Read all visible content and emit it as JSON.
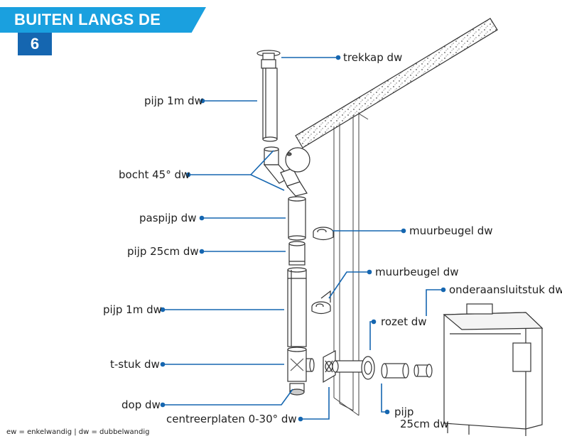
{
  "header": {
    "title": "BUITEN LANGS DE GEVEL",
    "step": "6"
  },
  "labels": {
    "trekkap": "trekkap dw",
    "pijp_top": "pijp 1m dw",
    "bocht": "bocht 45°  dw",
    "paspijp": "paspijp dw",
    "pijp25_left": "pijp 25cm dw",
    "pijp_mid": "pijp 1m dw",
    "tstuk": "t-stuk dw",
    "dop": "dop dw",
    "centreer": "centreerplaten 0-30°  dw",
    "muurbeugel_1": "muurbeugel dw",
    "muurbeugel_2": "muurbeugel dw",
    "onderaansluitstuk": "onderaansluitstuk dw",
    "rozet": "rozet dw",
    "pijp25_bottom_1": "pijp",
    "pijp25_bottom_2": "25cm dw"
  },
  "footer": "ew =  enkelwandig  |  dw = dubbelwandig",
  "colors": {
    "accent": "#1aa0df",
    "step_bg": "#1566b0",
    "leader": "#1566b0",
    "line": "#3a3a3a"
  }
}
